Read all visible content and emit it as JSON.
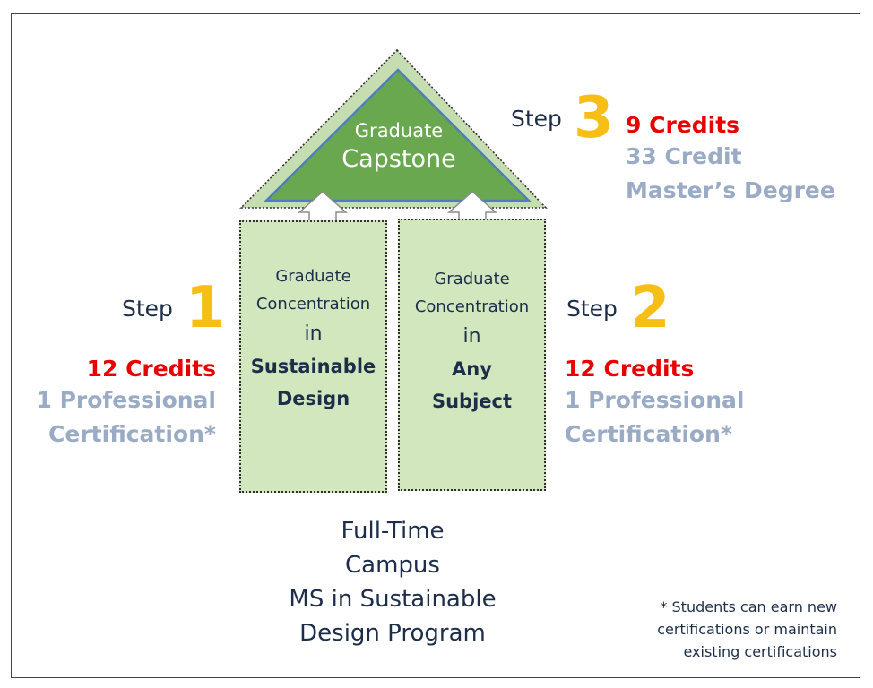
{
  "roof": {
    "line1": "Graduate",
    "line2": "Capstone"
  },
  "pillars": [
    {
      "line1": "Graduate",
      "line2": "Concentration",
      "line3": "in",
      "line4": "Sustainable",
      "line5": "Design"
    },
    {
      "line1": "Graduate",
      "line2": "Concentration",
      "line3": "in",
      "line4": "Any",
      "line5": "Subject"
    }
  ],
  "steps": {
    "step1": {
      "word": "Step",
      "number": "1",
      "credits": "12 Credits",
      "detail_line1": "1 Professional",
      "detail_line2": "Certification*"
    },
    "step2": {
      "word": "Step",
      "number": "2",
      "credits": "12 Credits",
      "detail_line1": "1 Professional",
      "detail_line2": "Certification*"
    },
    "step3": {
      "word": "Step",
      "number": "3",
      "credits": "9 Credits",
      "detail_line1": "33 Credit",
      "detail_line2": "Master’s Degree"
    }
  },
  "program": {
    "line1": "Full-Time",
    "line2": "Campus",
    "line3": "MS in Sustainable",
    "line4": "Design Program"
  },
  "footnote": {
    "line1": "* Students can earn new",
    "line2": "certifications or maintain",
    "line3": "existing certifications"
  },
  "colors": {
    "roof_green": "#6aa84f",
    "pillar_fill": "#d2e7be",
    "step_number": "#f7bf16",
    "credits": "#e80000",
    "detail": "#9aabc5",
    "navy_text": "#1c2e4a"
  }
}
